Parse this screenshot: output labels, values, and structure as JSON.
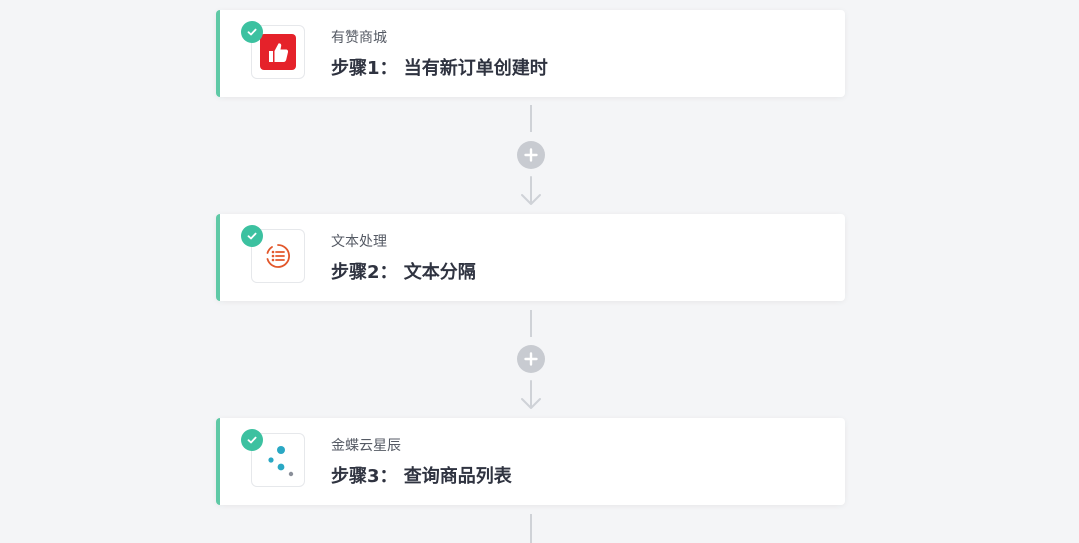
{
  "colors": {
    "accent": "#5fc9a6",
    "check": "#3cc1a0",
    "connector": "#cfd2d7",
    "add_button": "#c8cbd1",
    "youzan_red": "#e5222a",
    "text_processing_orange": "#e2572b",
    "kingdee_teal": "#2aa8c4"
  },
  "steps": [
    {
      "app_name": "有赞商城",
      "title": "步骤1： 当有新订单创建时",
      "icon": "youzan-thumbs-up-icon",
      "status": "completed"
    },
    {
      "app_name": "文本处理",
      "title": "步骤2： 文本分隔",
      "icon": "text-processing-list-icon",
      "status": "completed"
    },
    {
      "app_name": "金蝶云星辰",
      "title": "步骤3： 查询商品列表",
      "icon": "kingdee-dots-icon",
      "status": "completed"
    }
  ],
  "connectors": [
    {
      "add_icon": "plus-icon",
      "arrow_icon": "arrow-down-icon"
    },
    {
      "add_icon": "plus-icon",
      "arrow_icon": "arrow-down-icon"
    }
  ]
}
